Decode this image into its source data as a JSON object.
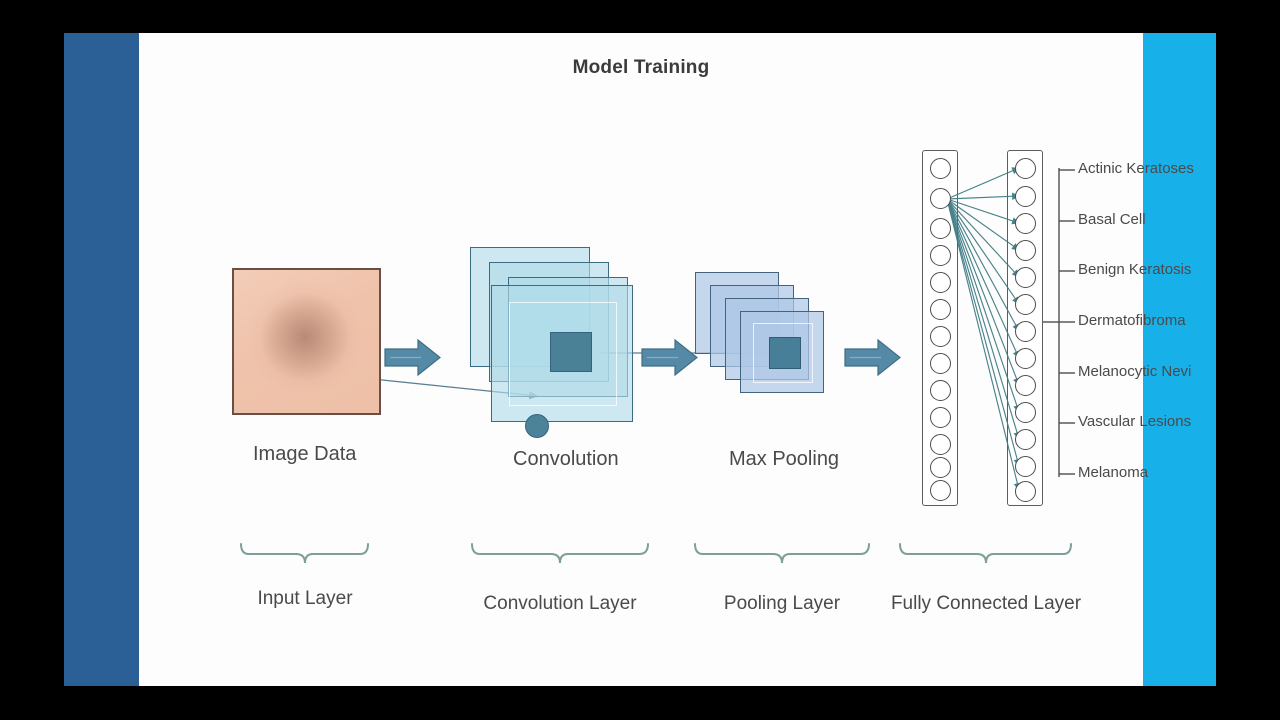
{
  "slide": {
    "title": "Model Training",
    "accent_left": "#2a6096",
    "accent_right": "#17b0e8",
    "background": "#ffffff"
  },
  "stages": [
    {
      "id": "image-data",
      "label": "Image Data"
    },
    {
      "id": "convolution",
      "label": "Convolution"
    },
    {
      "id": "max-pooling",
      "label": "Max Pooling"
    }
  ],
  "layers": [
    {
      "id": "input-layer",
      "label": "Input Layer"
    },
    {
      "id": "convolution-layer",
      "label": "Convolution Layer"
    },
    {
      "id": "pooling-layer",
      "label": "Pooling Layer"
    },
    {
      "id": "fully-connected-layer",
      "label": "Fully Connected Layer"
    }
  ],
  "classes": [
    {
      "label": "Actinic Keratoses"
    },
    {
      "label": "Basal Cell"
    },
    {
      "label": "Benign Keratosis"
    },
    {
      "label": "Dermatofibroma"
    },
    {
      "label": "Melanocytic Nevi"
    },
    {
      "label": "Vascular Lesions"
    },
    {
      "label": "Melanoma"
    }
  ],
  "network": {
    "hidden_nodes": 13,
    "output_nodes": 13,
    "source_node_index": 2,
    "edge_color": "#3f7c85"
  },
  "colors": {
    "title_text": "#3b3b3b",
    "body_text": "#4a4a4a",
    "arrow_fill": "#548aa6",
    "conv_card": "#b0dbe9",
    "pool_card": "#aec8e6",
    "kernel": "#4a8196",
    "brace": "#7e9e99",
    "image_border": "#6b4f44",
    "image_skin": "#efc2ab"
  }
}
